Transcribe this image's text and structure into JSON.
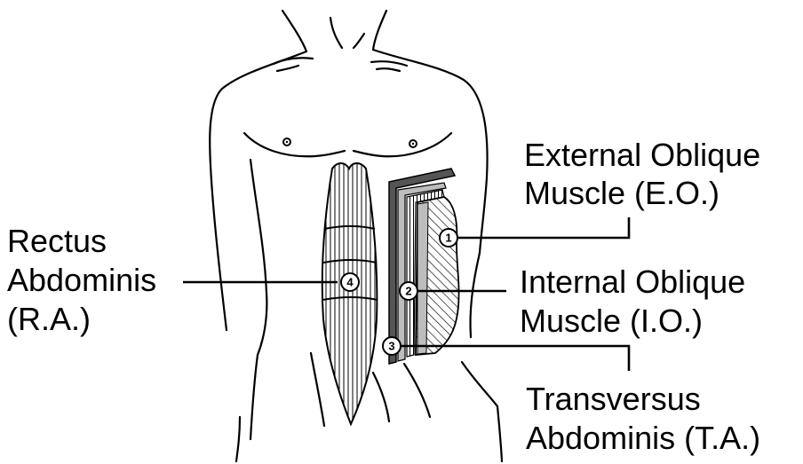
{
  "labels": {
    "external_oblique_line1": "External Oblique",
    "external_oblique_line2": "Muscle (E.O.)",
    "internal_oblique_line1": "Internal Oblique",
    "internal_oblique_line2": "Muscle (I.O.)",
    "transversus_line1": "Transversus",
    "transversus_line2": "Abdominis (T.A.)",
    "rectus_line1": "Rectus",
    "rectus_line2": "Abdominis",
    "rectus_line3": "(R.A.)"
  },
  "markers": {
    "m1": "1",
    "m2": "2",
    "m3": "3",
    "m4": "4"
  },
  "colors": {
    "ink": "#000000",
    "external_oblique_band": "#555555",
    "internal_band": "#bdbdbd",
    "background": "#ffffff"
  }
}
